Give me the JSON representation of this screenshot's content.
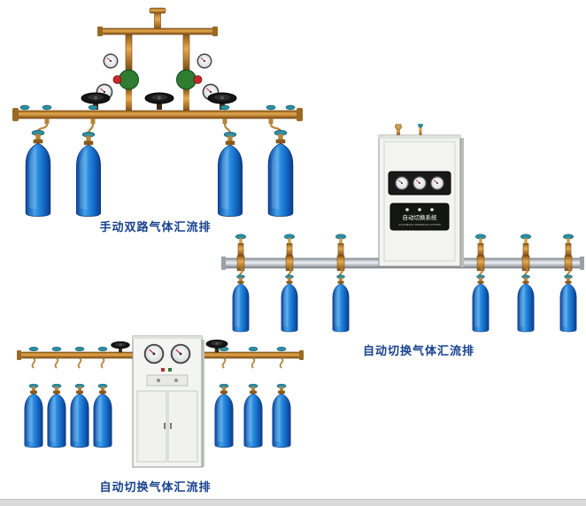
{
  "page": {
    "background": "#ffffff",
    "bottom_bar_color": "#d9d9d9"
  },
  "colors": {
    "caption_text": "#17418f",
    "brass": "#c9862f",
    "cylinder_blue": "#1565c0",
    "teal_handle": "#2e8fa3",
    "aluminum_pipe": "#c9ced4"
  },
  "products": [
    {
      "id": "manual-dual-manifold",
      "caption": "手动双路气体汇流排",
      "cylinder_count": 4
    },
    {
      "id": "auto-switch-manifold-1",
      "caption": "自动切换气体汇流排",
      "cabinet_label": "自动切换系统",
      "cabinet_sublabel": "AUTOMATIC MANIFOLD SYSTEM",
      "cylinder_count": 6
    },
    {
      "id": "auto-switch-manifold-2",
      "caption": "自动切换气体汇流排",
      "cylinder_count": 7
    }
  ]
}
